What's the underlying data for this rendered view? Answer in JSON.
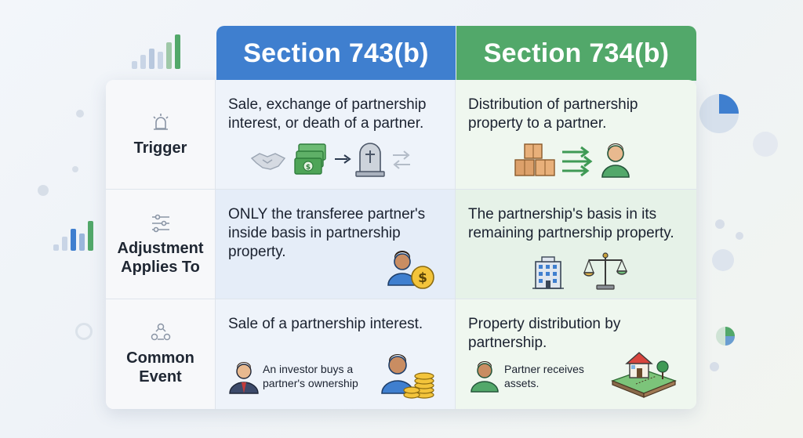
{
  "columns": {
    "section_a": "Section 743(b)",
    "section_b": "Section 734(b)"
  },
  "rows": [
    {
      "label": "Trigger",
      "icon": "alert-bell-icon",
      "a_text": "Sale, exchange of partnership interest, or death of a partner.",
      "b_text": "Distribution of partnership property to a partner."
    },
    {
      "label": "Adjustment\nApplies To",
      "icon": "sliders-icon",
      "a_text": "ONLY the transferee partner's inside basis in partnership property.",
      "b_text": "The partnership's basis in its remaining partnership property."
    },
    {
      "label": "Common\nEvent",
      "icon": "people-network-icon",
      "a_text": "Sale of a partnership interest.",
      "a_note": "An investor buys a partner's ownership",
      "b_text": "Property distribution by partnership.",
      "b_note": "Partner receives assets."
    }
  ],
  "colors": {
    "section_a": "#3f7fcf",
    "section_b": "#52a86a"
  }
}
